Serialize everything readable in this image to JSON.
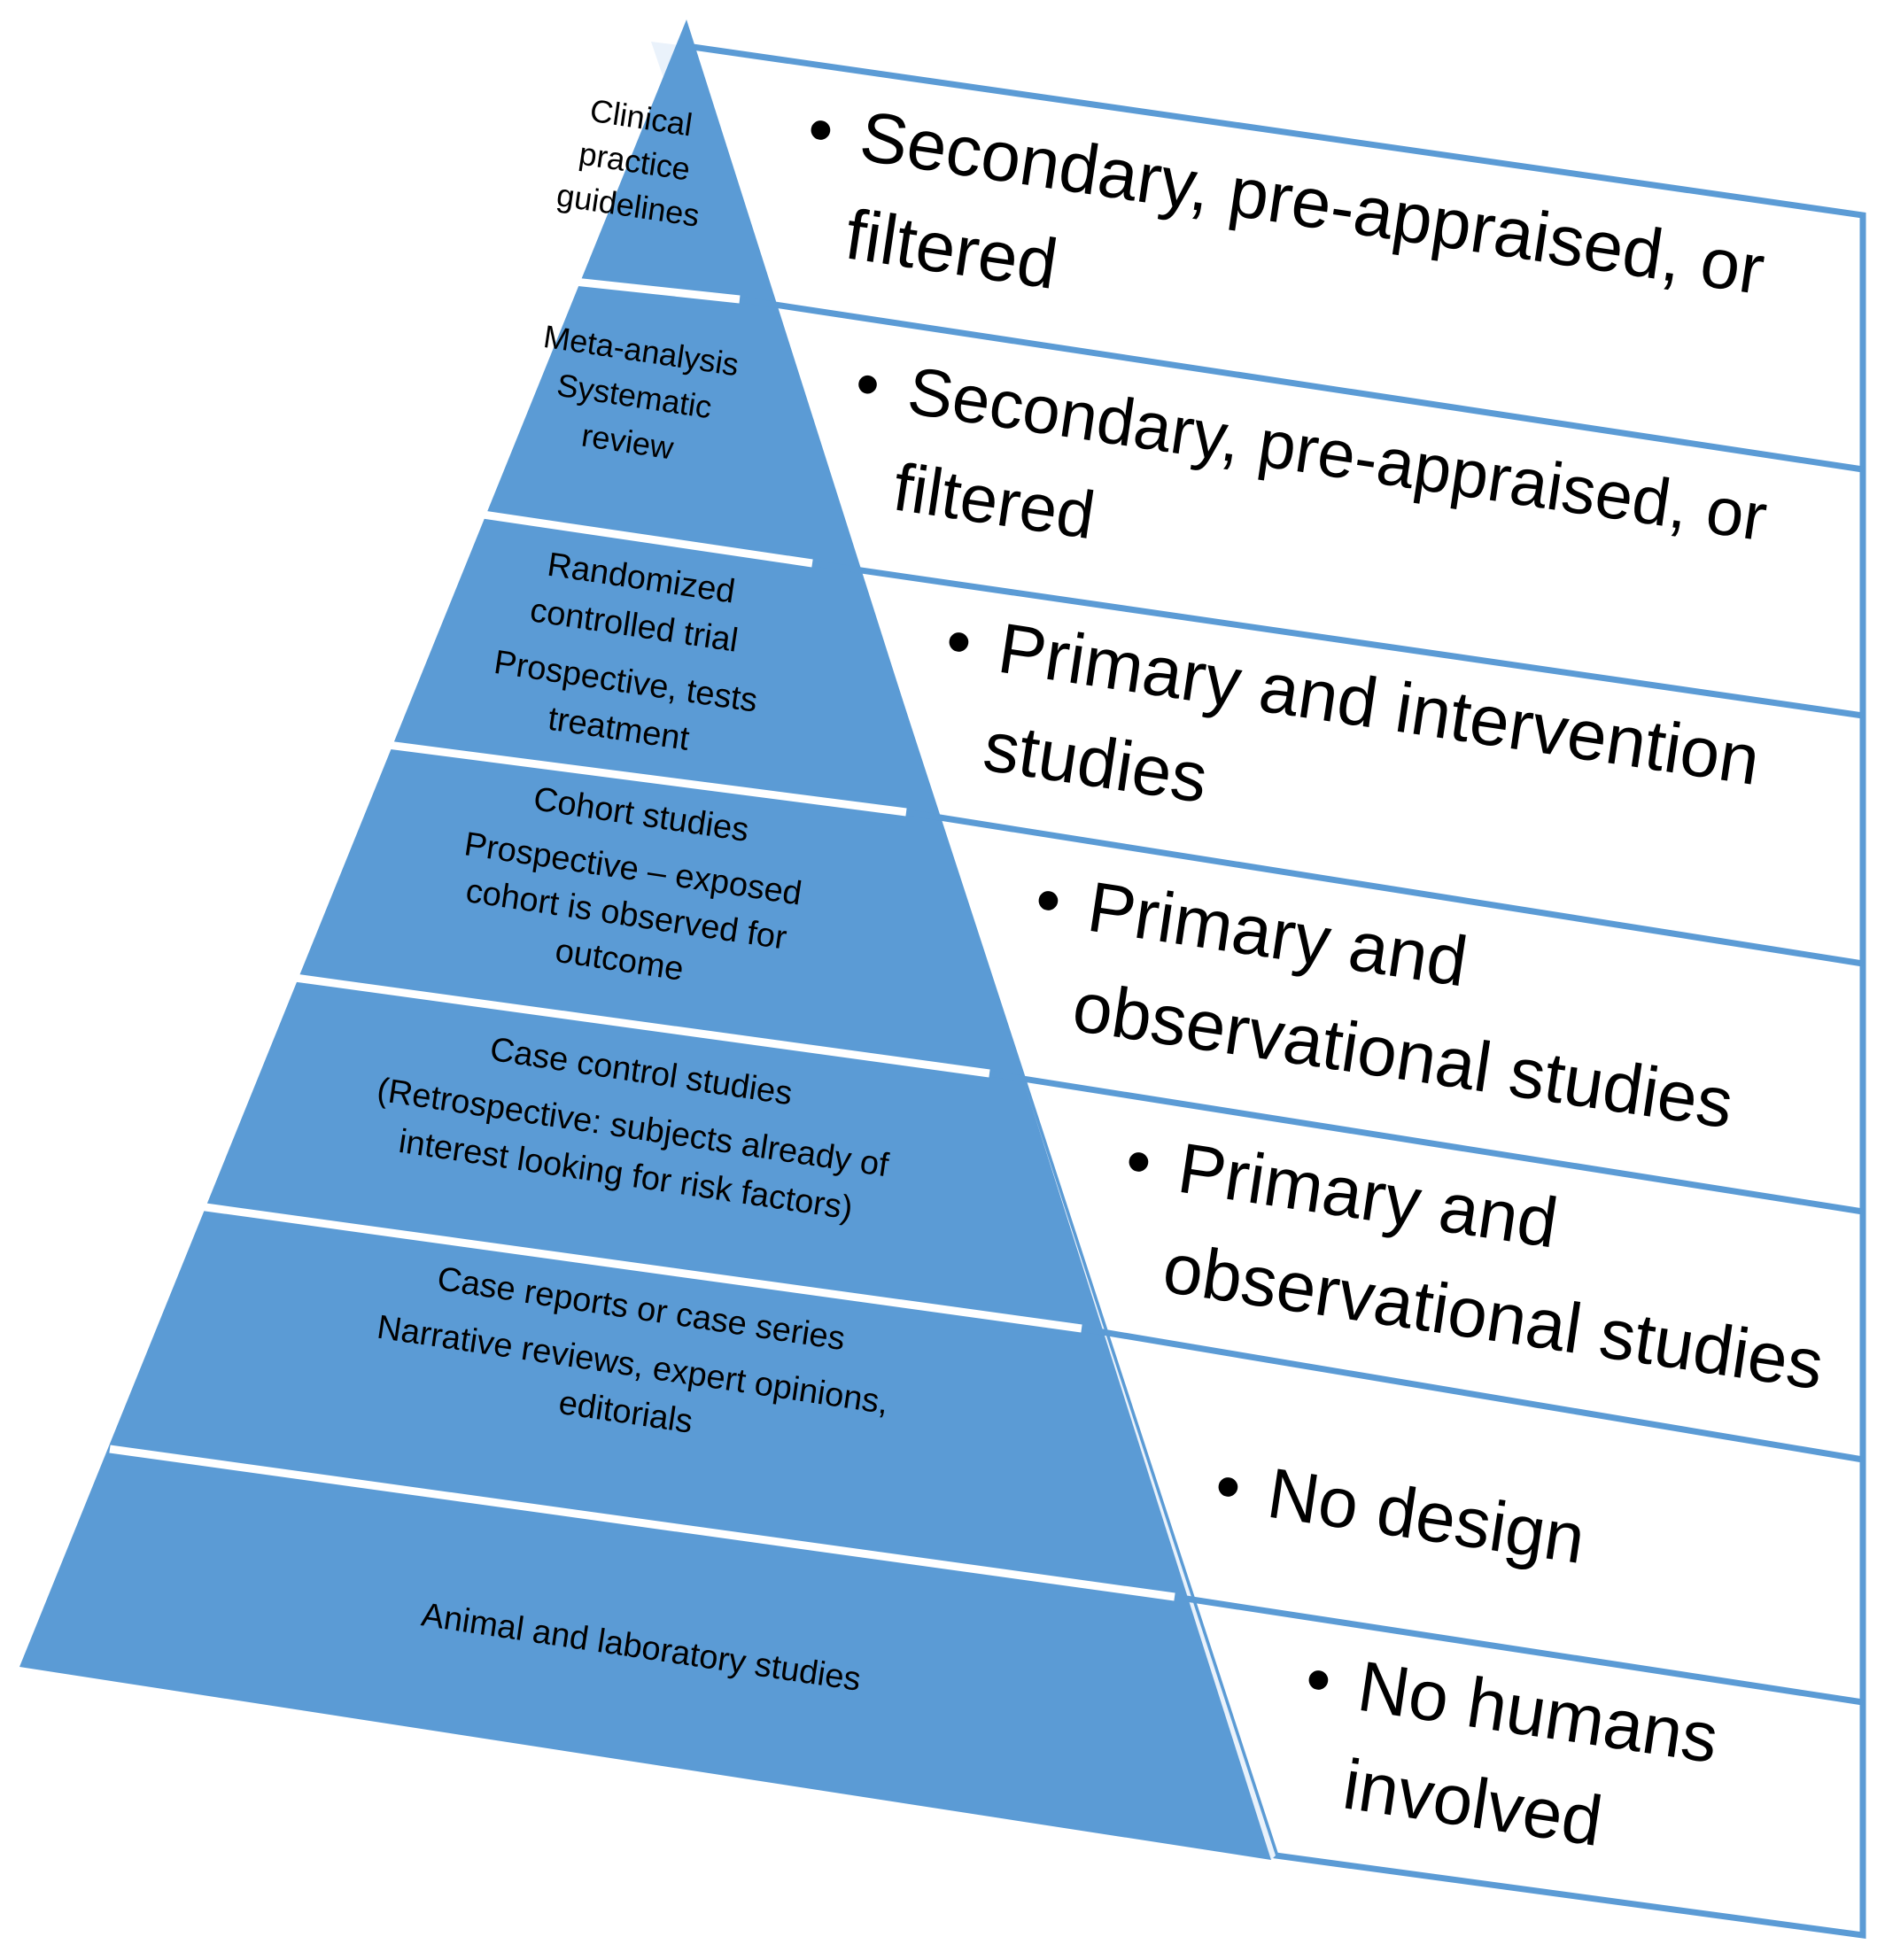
{
  "colors": {
    "pyramid_fill": "#5B9BD5",
    "separator": "#FFFFFF",
    "panel_border": "#5B9BD5",
    "panel_fill": "#FFFFFF",
    "side_face": "#EAF2FB",
    "text": "#000000"
  },
  "bullet_glyph": "•",
  "tiers": [
    {
      "lines": [
        "Clinical",
        "practice",
        "guidelines"
      ],
      "description": [
        "Secondary, pre-appraised, or",
        "filtered"
      ]
    },
    {
      "lines": [
        "Meta-analysis",
        "Systematic",
        "review"
      ],
      "description": [
        "Secondary, pre-appraised, or",
        "filtered"
      ]
    },
    {
      "lines": [
        "Randomized",
        "controlled trial",
        "Prospective, tests",
        "treatment"
      ],
      "description": [
        "Primary and intervention",
        "studies"
      ]
    },
    {
      "lines": [
        "Cohort studies",
        "Prospective – exposed",
        "cohort is observed for",
        "outcome"
      ],
      "description": [
        "Primary and",
        "observational studies"
      ]
    },
    {
      "lines": [
        "Case control studies",
        "(Retrospective: subjects already of",
        "interest looking for risk factors)"
      ],
      "description": [
        "Primary and",
        "observational studies"
      ]
    },
    {
      "lines": [
        "Case reports or case series",
        "Narrative reviews, expert opinions,",
        "editorials"
      ],
      "description": [
        "No design"
      ]
    },
    {
      "lines": [
        "Animal and laboratory studies"
      ],
      "description": [
        "No humans",
        "involved"
      ]
    }
  ]
}
